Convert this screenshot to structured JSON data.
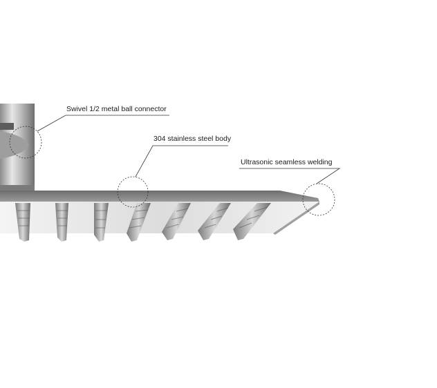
{
  "annotations": {
    "connector": "Swivel 1/2 metal ball connector",
    "body": "304 stainless steel body",
    "weld": "Ultrasonic seamless welding"
  },
  "colors": {
    "background": "#ffffff",
    "steel_light": "#e2e2e2",
    "steel_mid": "#a9a9a9",
    "steel_dark": "#555555",
    "callout_line": "#333333"
  },
  "icons": [
    "shower-head-illustration",
    "ball-connector-icon",
    "nozzle-icon"
  ]
}
